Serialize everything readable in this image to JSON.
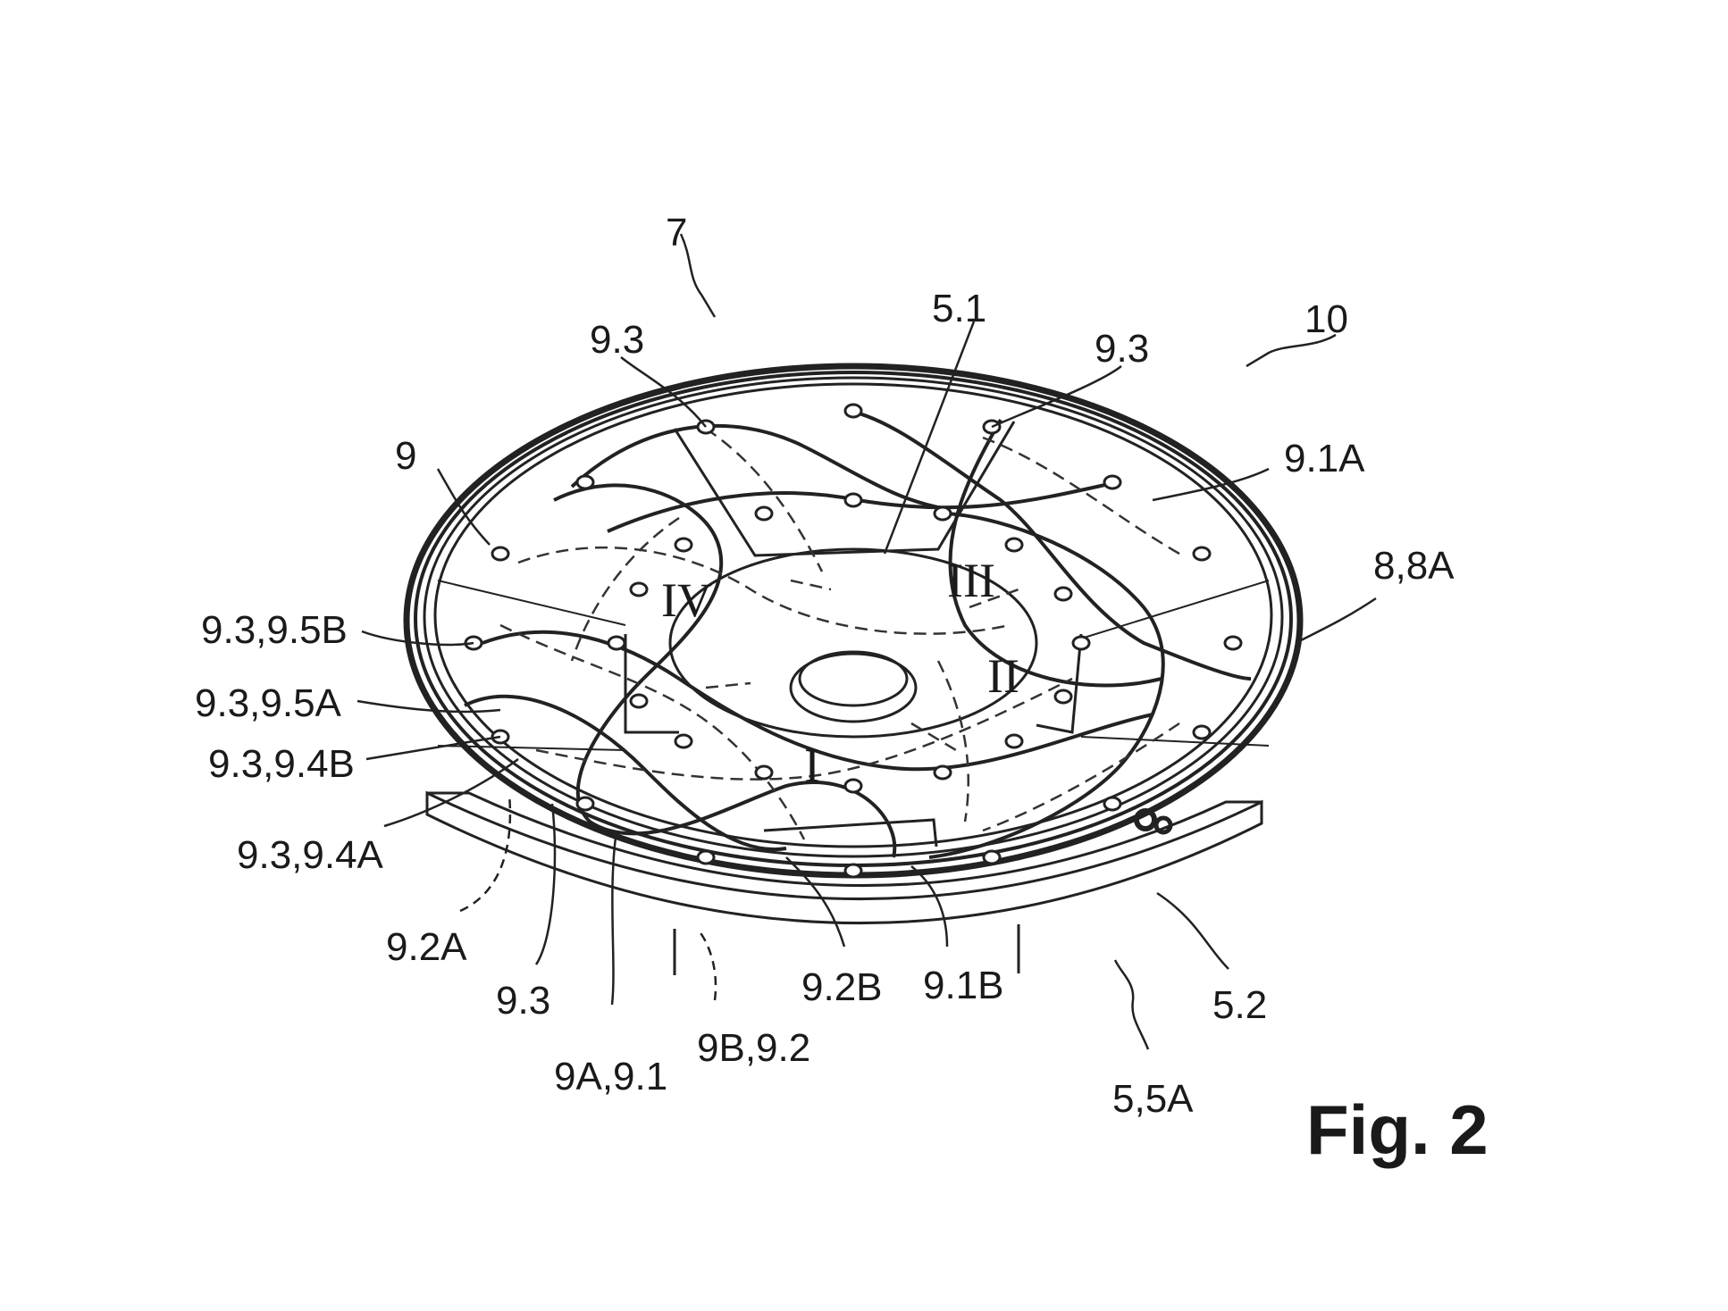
{
  "figure": {
    "title": "Fig. 2",
    "labels": {
      "l7": "7",
      "l10": "10",
      "l51": "5.1",
      "l93_top_left": "9.3",
      "l93_top_right": "9.3",
      "l9": "9",
      "l91a": "9.1A",
      "l88a": "8,8A",
      "l93_95b": "9.3,9.5B",
      "l93_95a": "9.3,9.5A",
      "l93_94b": "9.3,9.4B",
      "l93_94a": "9.3,9.4A",
      "l92a": "9.2A",
      "l93_bottom": "9.3",
      "l9a91": "9A,9.1",
      "l9b92": "9B,9.2",
      "l92b": "9.2B",
      "l91b": "9.1B",
      "l52": "5.2",
      "l55a": "5,5A"
    },
    "sectors": {
      "s1": "I",
      "s2": "II",
      "s3": "III",
      "s4": "IV"
    }
  }
}
